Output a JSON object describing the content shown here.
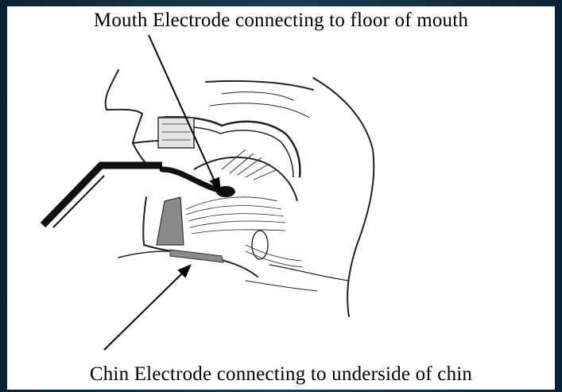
{
  "captions": {
    "top": "Mouth Electrode connecting to floor of mouth",
    "bottom": "Chin Electrode connecting to underside of chin"
  },
  "colors": {
    "frame": "#0b1f2e",
    "panel": "#ffffff",
    "line": "#222222",
    "electrode": "#111111",
    "chin_pad": "#8a8a8a"
  },
  "icons": {
    "anatomy": "head-sagittal-section-illustration",
    "mouth_electrode": "mouth-electrode-probe",
    "chin_electrode": "chin-electrode-pad"
  }
}
